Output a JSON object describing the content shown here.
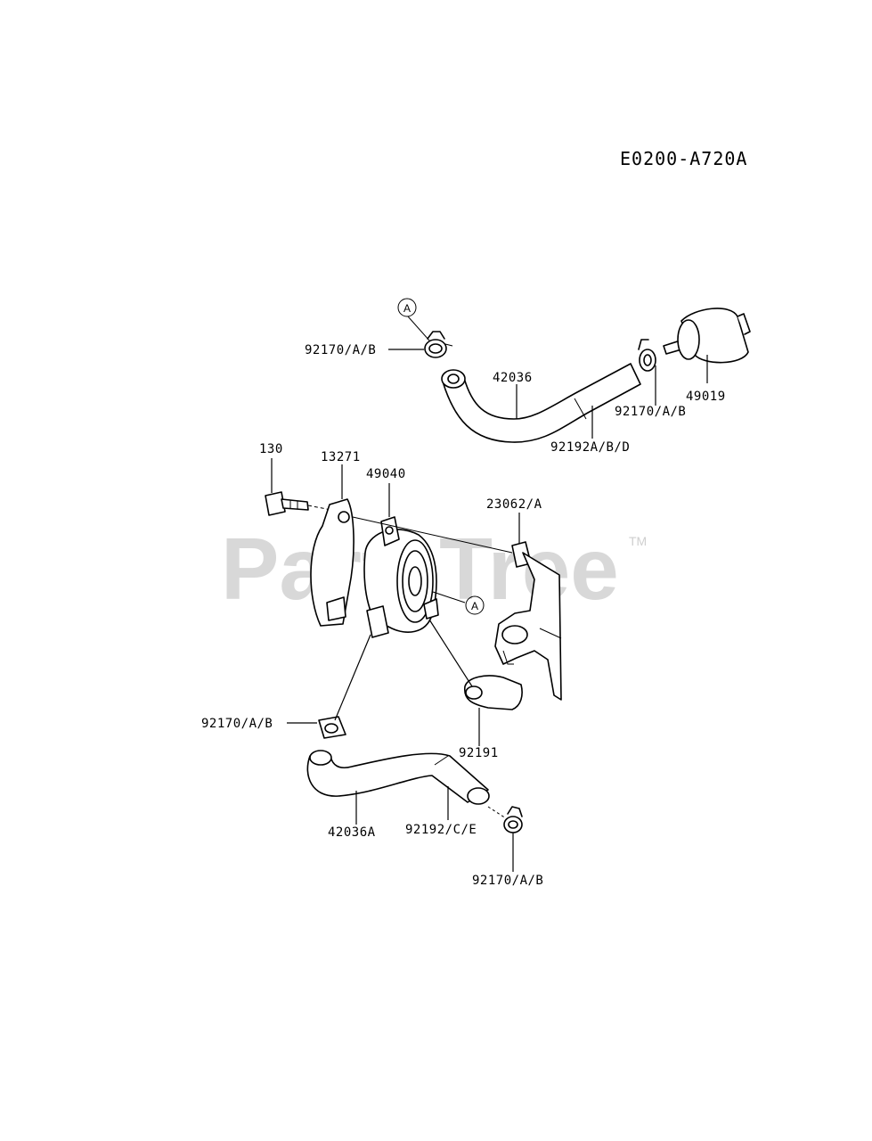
{
  "diagram_code": "E0200-A720A",
  "watermark": "PartsTree",
  "trademark": "TM",
  "callout_letter": "A",
  "labels": {
    "clamp_top_left": "92170/A/B",
    "hose_top": "42036",
    "clamp_top_right": "92170/A/B",
    "fuel_filter": "49019",
    "hose_sleeve_top": "92192A/B/D",
    "bolt": "130",
    "plate": "13271",
    "fuel_pump": "49040",
    "bracket": "23062/A",
    "clamp_mid_left": "92170/A/B",
    "cap": "92191",
    "hose_bottom": "42036A",
    "hose_sleeve_bottom": "92192/C/E",
    "clamp_bottom": "92170/A/B"
  }
}
